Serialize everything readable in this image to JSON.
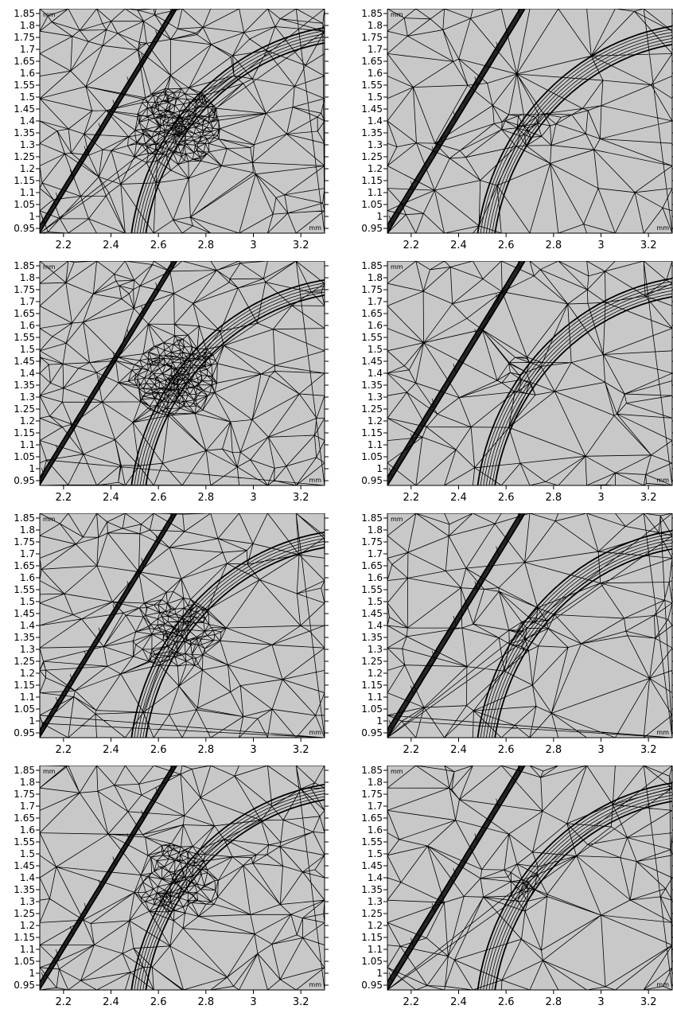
{
  "figure": {
    "unit_label": "mm",
    "colors": {
      "background": "#ffffff",
      "plot_fill": "#c8c8c8",
      "mesh_line": "#000000"
    }
  },
  "axes": {
    "x_ticks": [
      "2.2",
      "2.4",
      "2.6",
      "2.8",
      "3",
      "3.2"
    ],
    "x_tick_values": [
      2.2,
      2.4,
      2.6,
      2.8,
      3.0,
      3.2
    ],
    "x_range": [
      2.1,
      3.3
    ],
    "y_ticks": [
      "0.95",
      "1",
      "1.05",
      "1.1",
      "1.15",
      "1.2",
      "1.25",
      "1.3",
      "1.35",
      "1.4",
      "1.45",
      "1.5",
      "1.55",
      "1.6",
      "1.65",
      "1.7",
      "1.75",
      "1.8",
      "1.85"
    ],
    "y_tick_values": [
      0.95,
      1.0,
      1.05,
      1.1,
      1.15,
      1.2,
      1.25,
      1.3,
      1.35,
      1.4,
      1.45,
      1.5,
      1.55,
      1.6,
      1.65,
      1.7,
      1.75,
      1.8,
      1.85
    ],
    "y_range": [
      0.93,
      1.87
    ]
  },
  "panels": [
    {
      "id": "r1c1",
      "mesh": "fine"
    },
    {
      "id": "r1c2",
      "mesh": "coarse"
    },
    {
      "id": "r2c1",
      "mesh": "fine"
    },
    {
      "id": "r2c2",
      "mesh": "coarse"
    },
    {
      "id": "r3c1",
      "mesh": "medium"
    },
    {
      "id": "r3c2",
      "mesh": "coarse"
    },
    {
      "id": "r4c1",
      "mesh": "medium"
    },
    {
      "id": "r4c2",
      "mesh": "coarse"
    }
  ]
}
